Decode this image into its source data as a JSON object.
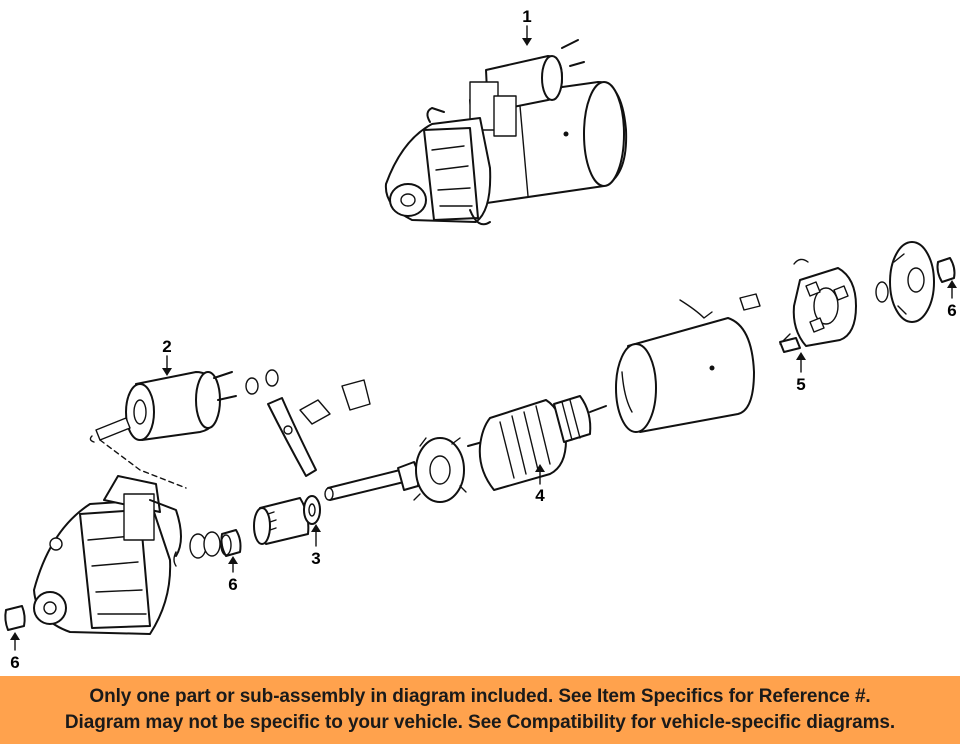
{
  "callouts": {
    "c1": "1",
    "c2": "2",
    "c3": "3",
    "c4": "4",
    "c5": "5",
    "c6a": "6",
    "c6b": "6",
    "c6c": "6"
  },
  "banner": {
    "line1": "Only one part or sub-assembly in diagram included. See Item Specifics for Reference #.",
    "line2": "Diagram may not be specific to your vehicle. See Compatibility for vehicle-specific diagrams."
  },
  "colors": {
    "banner_bg": "#ffa24d",
    "banner_text": "#1a1a1a",
    "line": "#111111"
  }
}
